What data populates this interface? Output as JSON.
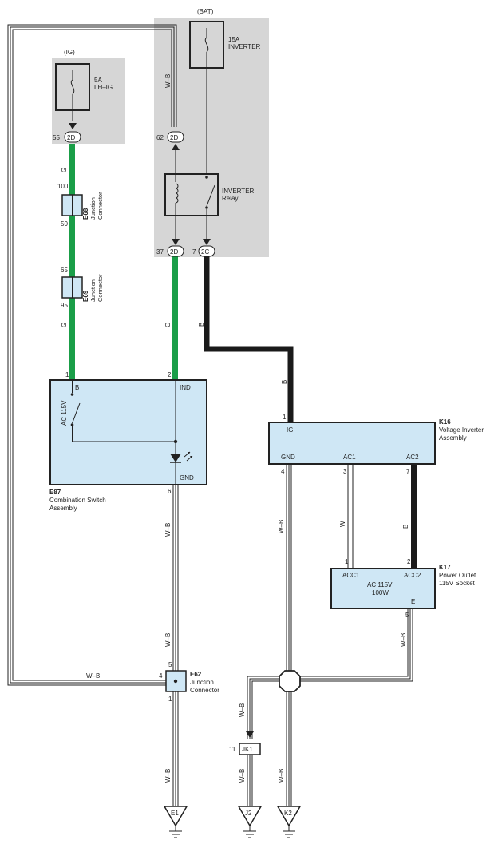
{
  "supplies": {
    "bat": "(BAT)",
    "ig": "(IG)"
  },
  "fuses": {
    "lh_ig": {
      "line1": "5A",
      "line2": "LH–IG"
    },
    "inverter": {
      "line1": "15A",
      "line2": "INVERTER"
    }
  },
  "relay": {
    "line1": "INVERTER",
    "line2": "Relay"
  },
  "pins": {
    "p55": "55",
    "c2d_a": "2D",
    "p62": "62",
    "c2d_b": "2D",
    "p37": "37",
    "c2d_c": "2D",
    "p7": "7",
    "c2c": "2C",
    "p100": "100",
    "p50": "50",
    "p65": "65",
    "p95": "95",
    "e87_1": "1",
    "e87_2": "2",
    "e87_6": "6",
    "k16_1": "1",
    "k16_4": "4",
    "k16_3": "3",
    "k16_7": "7",
    "k17_1": "1",
    "k17_2": "2",
    "k17_5": "5",
    "e62_5": "5",
    "e62_4": "4",
    "e62_1": "1",
    "jk1_11": "11"
  },
  "wires": {
    "g1": "G",
    "g2": "G",
    "g3": "G",
    "wb_top": "W–B",
    "b1": "B",
    "b2": "B",
    "b3": "B",
    "wb1": "W–B",
    "wb2": "W–B",
    "wb3": "W–B",
    "wb4": "W–B",
    "w1": "W",
    "wb5": "W–B",
    "wb6": "W–B",
    "wb7": "W–B",
    "wb8": "W–B",
    "wb9": "W–B"
  },
  "connectors": {
    "e68": {
      "code": "E68",
      "name1": "Junction",
      "name2": "Connector"
    },
    "e69": {
      "code": "E69",
      "name1": "Junction",
      "name2": "Connector"
    },
    "e62": {
      "code": "E62",
      "name1": "Junction",
      "name2": "Connector"
    },
    "jk1": "JK1"
  },
  "e87": {
    "code": "E87",
    "name1": "Combination Switch",
    "name2": "Assembly",
    "b": "B",
    "ind": "IND",
    "gnd": "GND",
    "ac115v": "AC 115V"
  },
  "k16": {
    "code": "K16",
    "name1": "Voltage Inverter",
    "name2": "Assembly",
    "ig": "IG",
    "gnd": "GND",
    "ac1": "AC1",
    "ac2": "AC2"
  },
  "k17": {
    "code": "K17",
    "name1": "Power Outlet",
    "name2": "115V Socket",
    "acc1": "ACC1",
    "acc2": "ACC2",
    "spec1": "AC 115V",
    "spec2": "100W",
    "e": "E"
  },
  "grounds": {
    "e1": "E1",
    "j2": "J2",
    "k2": "K2"
  },
  "colors": {
    "green_wire": "#1a9e48",
    "black_wire": "#1a1a1a",
    "module_fill": "#cfe7f5",
    "zone_fill": "#d6d6d6"
  }
}
